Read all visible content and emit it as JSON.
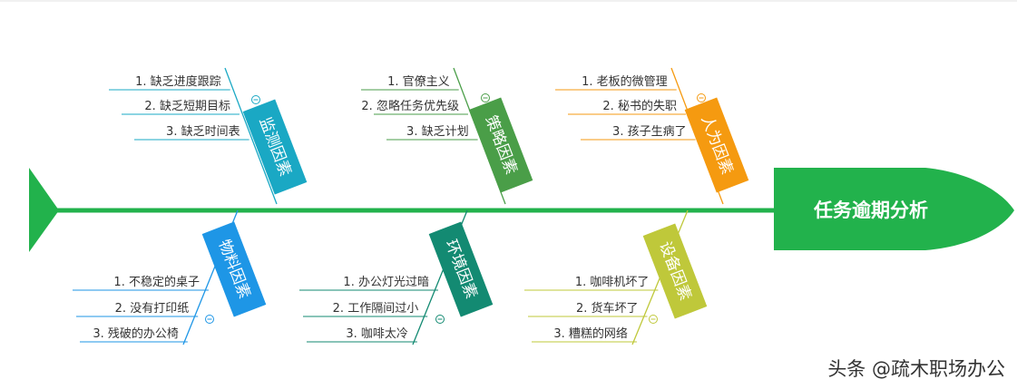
{
  "head": {
    "title": "任务逾期分析",
    "color": "#22b24c"
  },
  "spine_color": "#22b24c",
  "collapse_symbol": "⊖",
  "watermark": "头条 @疏木职场办公",
  "categories": [
    {
      "key": "monitor",
      "label": "监测因素",
      "color": "#1aa8c4",
      "items": [
        "1. 缺乏进度跟踪",
        "2. 缺乏短期目标",
        "3. 缺乏时间表"
      ]
    },
    {
      "key": "strategy",
      "label": "策略因素",
      "color": "#4a9e48",
      "items": [
        "1. 官僚主义",
        "2. 忽略任务优先级",
        "3. 缺乏计划"
      ]
    },
    {
      "key": "human",
      "label": "人为因素",
      "color": "#f59a10",
      "items": [
        "1. 老板的微管理",
        "2. 秘书的失职",
        "3. 孩子生病了"
      ]
    },
    {
      "key": "material",
      "label": "物料因素",
      "color": "#1e96e6",
      "items": [
        "1. 不稳定的桌子",
        "2. 没有打印纸",
        "3. 残破的办公椅"
      ]
    },
    {
      "key": "environment",
      "label": "环境因素",
      "color": "#138a72",
      "items": [
        "1. 办公灯光过暗",
        "2. 工作隔间过小",
        "3. 咖啡太冷"
      ]
    },
    {
      "key": "equipment",
      "label": "设备因素",
      "color": "#bfc83a",
      "items": [
        "1. 咖啡机坏了",
        "2. 货车坏了",
        "3. 糟糕的网络"
      ]
    }
  ]
}
